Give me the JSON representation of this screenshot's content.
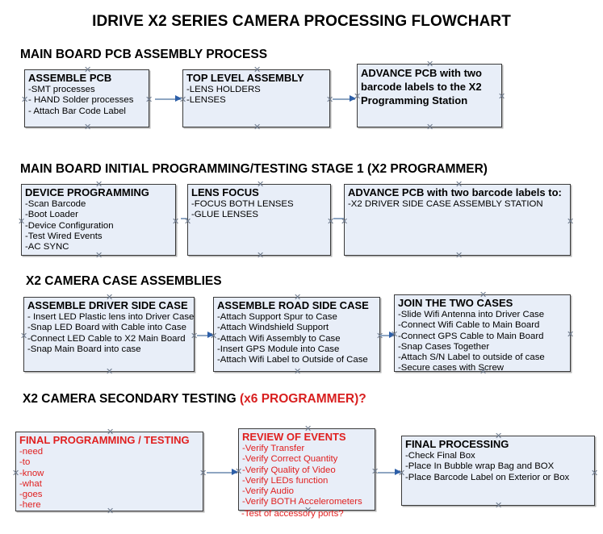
{
  "document": {
    "title": "IDRIVE X2  SERIES CAMERA PROCESSING FLOWCHART"
  },
  "colors": {
    "box_fill": "#e8eef8",
    "box_border": "#3a3a3a",
    "arrow_line": "#8ea6c2",
    "arrow_head": "#2d5fa8",
    "red_text": "#e02020",
    "black_text": "#000000"
  },
  "sections": [
    {
      "id": "main-board-pcb-assembly-process",
      "heading": "MAIN BOARD PCB ASSEMBLY PROCESS",
      "heading_accent": "",
      "nodes": [
        {
          "id": "assemble-pcb",
          "header": "ASSEMBLE PCB",
          "items": [
            "-SMT processes",
            "- HAND Solder processes",
            "- Attach Bar Code Label"
          ]
        },
        {
          "id": "top-level-assembly",
          "header": "TOP LEVEL ASSEMBLY",
          "items": [
            "-LENS HOLDERS",
            "-LENSES"
          ]
        },
        {
          "id": "advance-pcb-to-x2-programming-station",
          "header": "ADVANCE PCB with two barcode labels to the  X2 Programming Station",
          "items": []
        }
      ]
    },
    {
      "id": "main-board-initial-programming-testing-stage-1",
      "heading": "MAIN BOARD INITIAL PROGRAMMING/TESTING STAGE 1 (X2 PROGRAMMER)",
      "heading_accent": "",
      "nodes": [
        {
          "id": "device-programming",
          "header": "DEVICE PROGRAMMING",
          "items": [
            "-Scan Barcode",
            "-Boot Loader",
            "-Device Configuration",
            "-Test Wired Events",
            "-AC SYNC"
          ]
        },
        {
          "id": "lens-focus",
          "header": "LENS FOCUS",
          "items": [
            "-FOCUS BOTH LENSES",
            "-GLUE LENSES"
          ]
        },
        {
          "id": "advance-pcb-to-driver-side-case-assembly-station",
          "header": "ADVANCE PCB with two barcode labels to:",
          "items": [
            "-X2 DRIVER  SIDE  CASE  ASSEMBLY STATION"
          ]
        }
      ]
    },
    {
      "id": "x2-camera-case-assemblies",
      "heading": "X2 CAMERA CASE ASSEMBLIES",
      "heading_accent": "",
      "nodes": [
        {
          "id": "assemble-driver-side-case",
          "header": "ASSEMBLE DRIVER SIDE CASE",
          "items": [
            "- Insert LED Plastic lens into Driver Case",
            "-Snap LED Board with Cable into Case",
            "-Connect LED Cable to X2 Main Board",
            "-Snap Main Board into case"
          ]
        },
        {
          "id": "assemble-road-side-case",
          "header": "ASSEMBLE ROAD SIDE CASE",
          "items": [
            "-Attach Support Spur to Case",
            "-Attach Windshield Support",
            "-Attach Wifi Assembly to Case",
            "-Insert GPS Module into Case",
            "-Attach Wifi Label to Outside of Case"
          ]
        },
        {
          "id": "join-the-two-cases",
          "header": "JOIN THE TWO CASES",
          "items": [
            "-Slide Wifi Antenna into Driver Case",
            "-Connect Wifi Cable to Main Board",
            "-Connect GPS Cable to Main Board",
            "-Snap Cases Together",
            "-Attach S/N Label to outside of case",
            "-Secure cases with Screw"
          ]
        }
      ]
    },
    {
      "id": "x2-camera-secondary-testing",
      "heading": "X2 CAMERA SECONDARY TESTING ",
      "heading_accent": "(x6 PROGRAMMER)?",
      "nodes": [
        {
          "id": "final-programming-testing",
          "header": "FINAL PROGRAMMING / TESTING",
          "items": [
            "-need",
            "-to",
            "-know",
            "-what",
            "-goes",
            "-here"
          ]
        },
        {
          "id": "review-of-events",
          "header": "REVIEW OF EVENTS",
          "items": [
            "-Verify Transfer",
            "-Verify Correct Quantity",
            "-Verify Quality of Video",
            "-Verify LEDs function",
            "-Verify Audio",
            "-Verify BOTH Accelerometers"
          ],
          "overflow_item": "-Test of accessory ports?"
        },
        {
          "id": "final-processing",
          "header": "FINAL PROCESSING",
          "items": [
            " -Check Final Box",
            "-Place In Bubble wrap Bag and BOX",
            "-Place Barcode Label on Exterior or Box"
          ]
        }
      ]
    }
  ]
}
